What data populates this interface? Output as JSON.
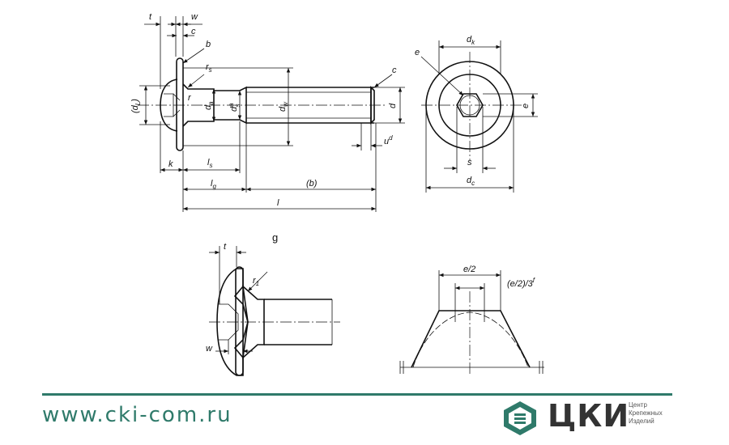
{
  "labels": {
    "t": "t",
    "w": "w",
    "c_top": "c",
    "b": "b",
    "rs": "r",
    "rs_sub": "s",
    "r": "r",
    "dL": "(d",
    "dL_sub": "L",
    "da1": "d",
    "da1_sub": "a",
    "da2": "d",
    "da2_sup": "a",
    "da2_sub": "s",
    "dw": "d",
    "dw_sub": "w",
    "c_right": "c",
    "d": "d",
    "u": "u",
    "u_sup": "d",
    "k": "k",
    "ls": "l",
    "ls_sub": "s",
    "lg": "l",
    "lg_sub": "g",
    "b_dim": "(b)",
    "l": "l",
    "e_top": "e",
    "dk": "d",
    "dk_sub": "k",
    "e_side": "e",
    "s": "s",
    "dc": "d",
    "dc_sub": "c",
    "g": "g",
    "t2": "t",
    "r1": "r",
    "r1_sub": "1",
    "w2": "w",
    "e_half": "e/2",
    "e_half3": "(e/2)/3",
    "e_half3_sup": "f"
  },
  "footer": {
    "url": "www.cki-com.ru",
    "logo_text": "ЦКИ",
    "logo_sub": [
      "Центр",
      "Крепежных",
      "Изделий"
    ],
    "accent": "#2f7a6a"
  }
}
